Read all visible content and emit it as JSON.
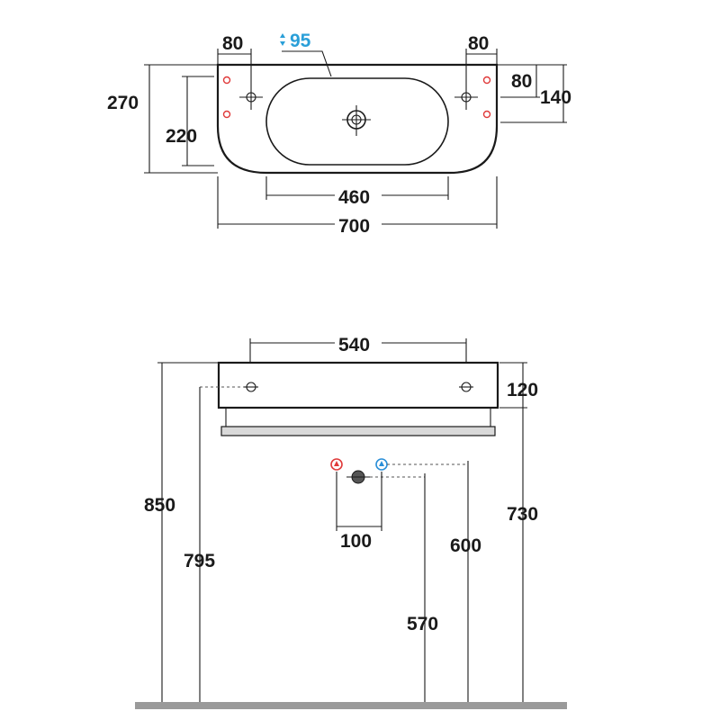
{
  "plan_view": {
    "dimensions": {
      "left_hole_offset": "80",
      "right_hole_offset": "80",
      "depth_total": "270",
      "bowl_depth": "220",
      "bowl_width": "460",
      "total_width": "700",
      "right_hole_depth": "80",
      "right_side_depth": "140",
      "bowl_height": "95"
    }
  },
  "elevation_view": {
    "dimensions": {
      "fixing_spacing": "540",
      "basin_height": "120",
      "total_height": "850",
      "fixing_height": "795",
      "underside_height": "730",
      "supply_spacing": "100",
      "supply_height": "600",
      "waste_height": "570"
    }
  },
  "colors": {
    "line": "#1a1a1a",
    "accent_blue": "#2a9fd8",
    "hot_red": "#e03a3a",
    "cold_blue": "#2a8fd8",
    "floor": "#9a9a9a",
    "towel_bar": "#d9d9d9"
  }
}
